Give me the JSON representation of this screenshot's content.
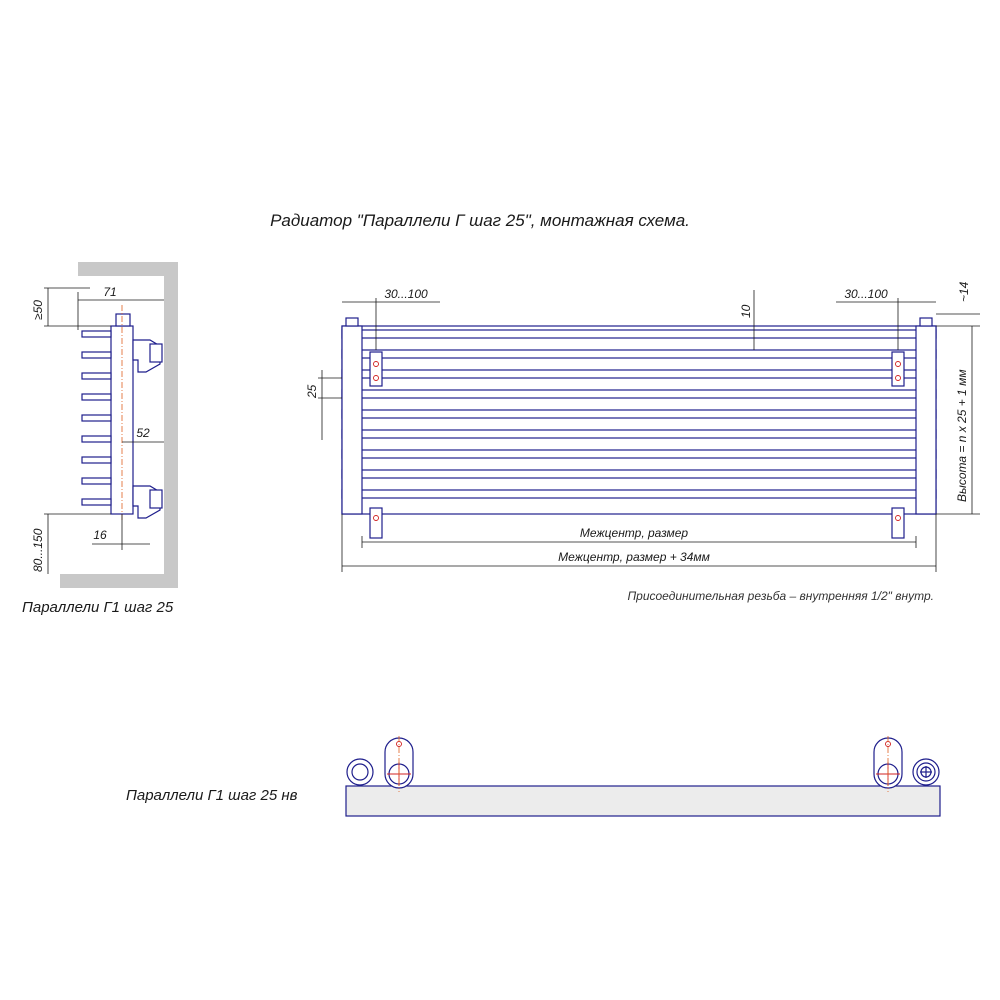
{
  "title": "Радиатор \"Параллели Г шаг 25\", монтажная схема.",
  "side_view": {
    "caption": "Параллели Г1 шаг 25",
    "dims": {
      "depth": "71",
      "top_gap": "≥50",
      "bracket_offset": "52",
      "pipe_offset": "16",
      "bottom_gap": "80...150"
    }
  },
  "front_view": {
    "dims": {
      "left_connection": "30...100",
      "right_connection": "30...100",
      "tube_gap": "10",
      "top_margin": "~14",
      "pitch": "25",
      "height": "Высота = n x 25 + 1 мм",
      "center_distance": "Межцентр,  размер",
      "overall_width": "Межцентр, размер + 34мм"
    },
    "note": "Присоединительная резьба – внутренняя 1/2\" внутр."
  },
  "top_view": {
    "caption": "Параллели Г1 шаг 25 нв"
  },
  "colors": {
    "outline": "#1e1e8c",
    "dimension": "#1a1a1a",
    "wall": "#c8c8c8",
    "centerline": "#e06020"
  }
}
